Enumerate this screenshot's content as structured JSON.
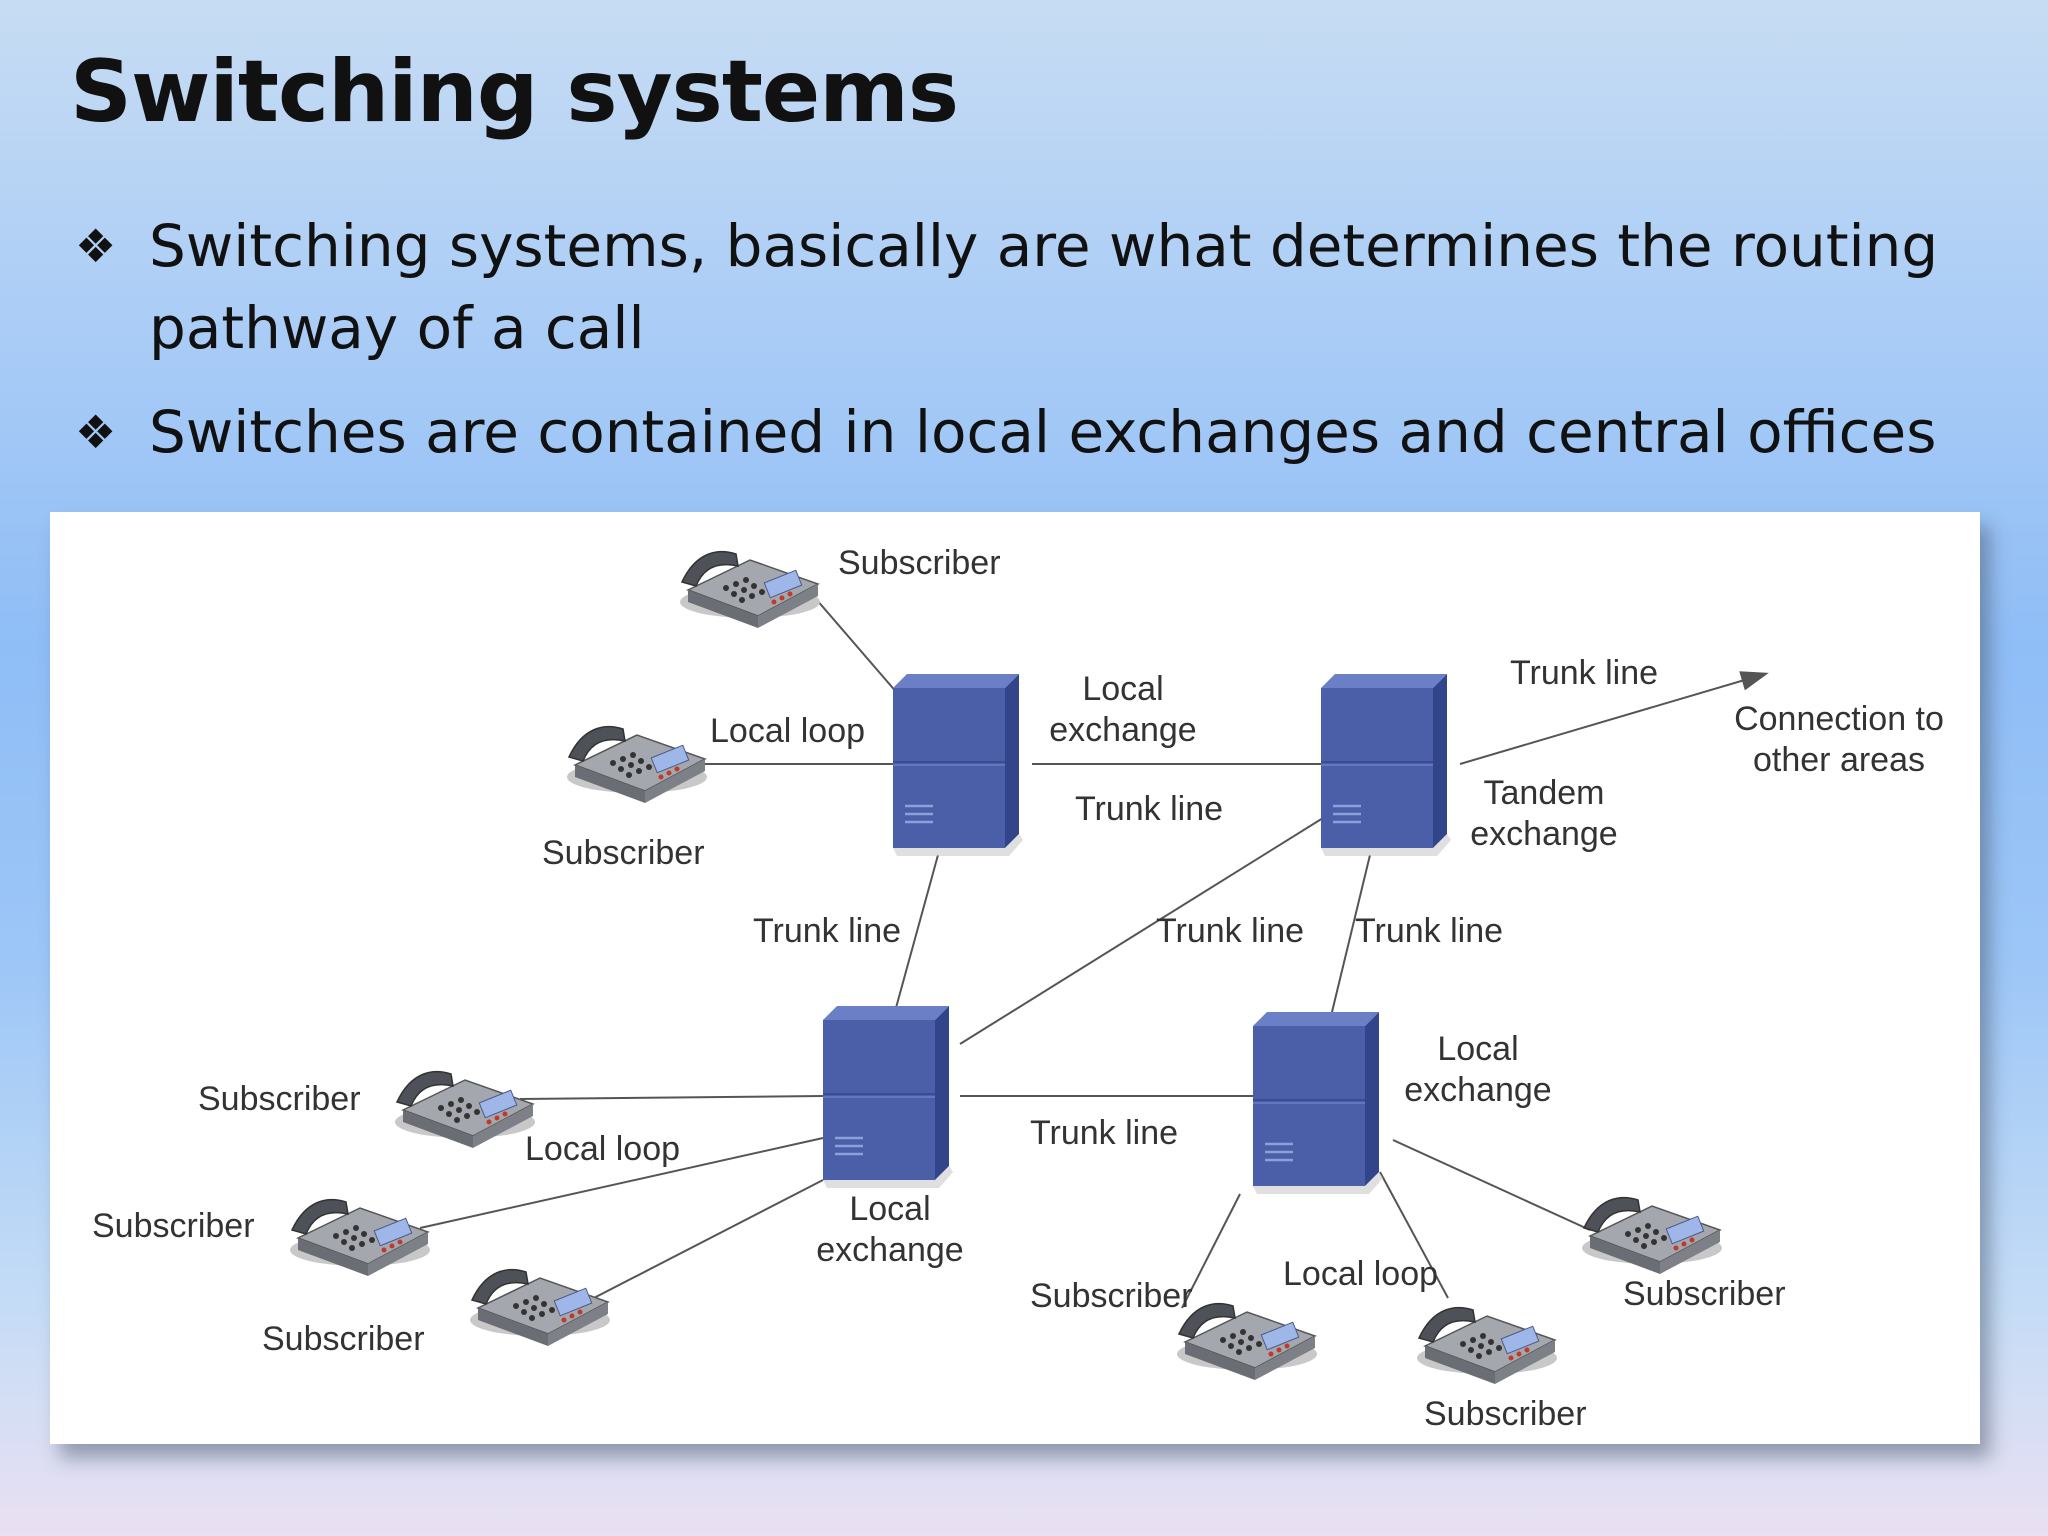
{
  "slide": {
    "title": "Switching systems",
    "bullets": [
      {
        "glyph": "❖",
        "text": "Switching systems, basically are what determines the routing pathway of  a call"
      },
      {
        "glyph": "❖",
        "text": "Switches are contained in local exchanges and central offices"
      }
    ]
  },
  "diagram": {
    "labels": {
      "subscriber_top": "Subscriber",
      "local_loop_top": "Local loop",
      "subscriber_left_upper": "Subscriber",
      "local_exchange_top_line1": "Local",
      "local_exchange_top_line2": "exchange",
      "trunk_line_upper_mid": "Trunk line",
      "trunk_line_upper_right": "Trunk line",
      "connection_line1": "Connection to",
      "connection_line2": "other areas",
      "tandem_line1": "Tandem",
      "tandem_line2": "exchange",
      "trunk_line_left_vertical": "Trunk line",
      "trunk_line_diagonal": "Trunk line",
      "trunk_line_right_vertical": "Trunk line",
      "subscriber_bl1": "Subscriber",
      "local_loop_bottom_left": "Local loop",
      "subscriber_bl2": "Subscriber",
      "subscriber_bl3": "Subscriber",
      "local_exchange_bl_line1": "Local",
      "local_exchange_bl_line2": "exchange",
      "trunk_line_bottom": "Trunk line",
      "local_exchange_br_line1": "Local",
      "local_exchange_br_line2": "exchange",
      "subscriber_br1": "Subscriber",
      "local_loop_bottom_right": "Local loop",
      "subscriber_br2": "Subscriber",
      "subscriber_br3": "Subscriber"
    },
    "colors": {
      "server_front": "#4a5fa8",
      "server_side": "#33458a",
      "server_top": "#6b7fc6",
      "line": "#555555"
    },
    "icons": [
      "telephone-icon",
      "exchange-server-icon"
    ]
  }
}
